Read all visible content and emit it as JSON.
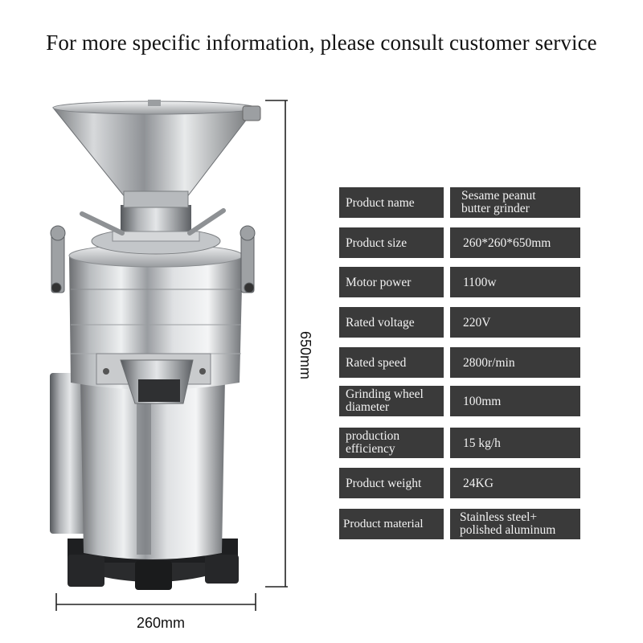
{
  "headline": "For more specific information, please consult customer service",
  "dimensions": {
    "height_label": "650mm",
    "width_label": "260mm"
  },
  "specs": [
    {
      "label": "Product name",
      "value_line1": "Sesame peanut",
      "value_line2": "butter grinder"
    },
    {
      "label": "Product size",
      "value": "260*260*650mm"
    },
    {
      "label": "Motor power",
      "value": "1100w"
    },
    {
      "label": "Rated voltage",
      "value": "220V"
    },
    {
      "label": "Rated speed",
      "value": "2800r/min"
    },
    {
      "label_line1": "Grinding wheel",
      "label_line2": "diameter",
      "value": "100mm"
    },
    {
      "label_line1": "production",
      "label_line2": "efficiency",
      "value": "15 kg/h"
    },
    {
      "label": "Product weight",
      "value": "24KG"
    },
    {
      "label": "Product material",
      "value_line1": "Stainless steel+",
      "value_line2": "polished aluminum"
    }
  ],
  "colors": {
    "cell_background": "#3a3a3a",
    "cell_text": "#f2f2f2",
    "dimension_line": "#222222"
  }
}
